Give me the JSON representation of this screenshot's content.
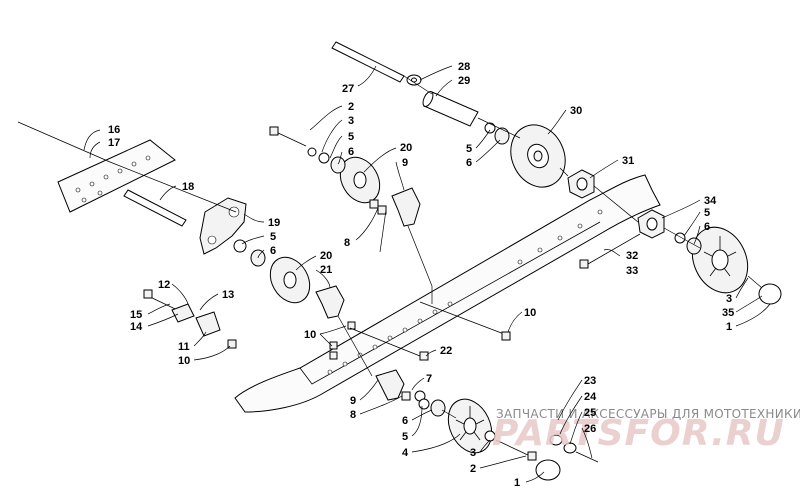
{
  "watermark": {
    "caption": "ЗАПЧАСТИ И АКСЕССУАРЫ ДЛЯ МОТОТЕХНИКИ",
    "logo": "PARTSFOR.RU"
  },
  "callouts": [
    {
      "id": "c1",
      "text": "1"
    },
    {
      "id": "c2",
      "text": "2"
    },
    {
      "id": "c3",
      "text": "3"
    },
    {
      "id": "c4",
      "text": "4"
    },
    {
      "id": "c5",
      "text": "5"
    },
    {
      "id": "c6",
      "text": "6"
    },
    {
      "id": "c7",
      "text": "7"
    },
    {
      "id": "c8",
      "text": "8"
    },
    {
      "id": "c9",
      "text": "9"
    },
    {
      "id": "c10",
      "text": "10"
    },
    {
      "id": "c11",
      "text": "11"
    },
    {
      "id": "c12",
      "text": "12"
    },
    {
      "id": "c13",
      "text": "13"
    },
    {
      "id": "c14",
      "text": "14"
    },
    {
      "id": "c15",
      "text": "15"
    },
    {
      "id": "c16",
      "text": "16"
    },
    {
      "id": "c17",
      "text": "17"
    },
    {
      "id": "c18",
      "text": "18"
    },
    {
      "id": "c19",
      "text": "19"
    },
    {
      "id": "c20",
      "text": "20"
    },
    {
      "id": "c21",
      "text": "21"
    },
    {
      "id": "c22",
      "text": "22"
    },
    {
      "id": "c23",
      "text": "23"
    },
    {
      "id": "c24",
      "text": "24"
    },
    {
      "id": "c25",
      "text": "25"
    },
    {
      "id": "c26",
      "text": "26"
    },
    {
      "id": "c27",
      "text": "27"
    },
    {
      "id": "c28",
      "text": "28"
    },
    {
      "id": "c29",
      "text": "29"
    },
    {
      "id": "c30",
      "text": "30"
    },
    {
      "id": "c31",
      "text": "31"
    },
    {
      "id": "c32",
      "text": "32"
    },
    {
      "id": "c33",
      "text": "33"
    },
    {
      "id": "c34",
      "text": "34"
    },
    {
      "id": "c35",
      "text": "35"
    }
  ]
}
